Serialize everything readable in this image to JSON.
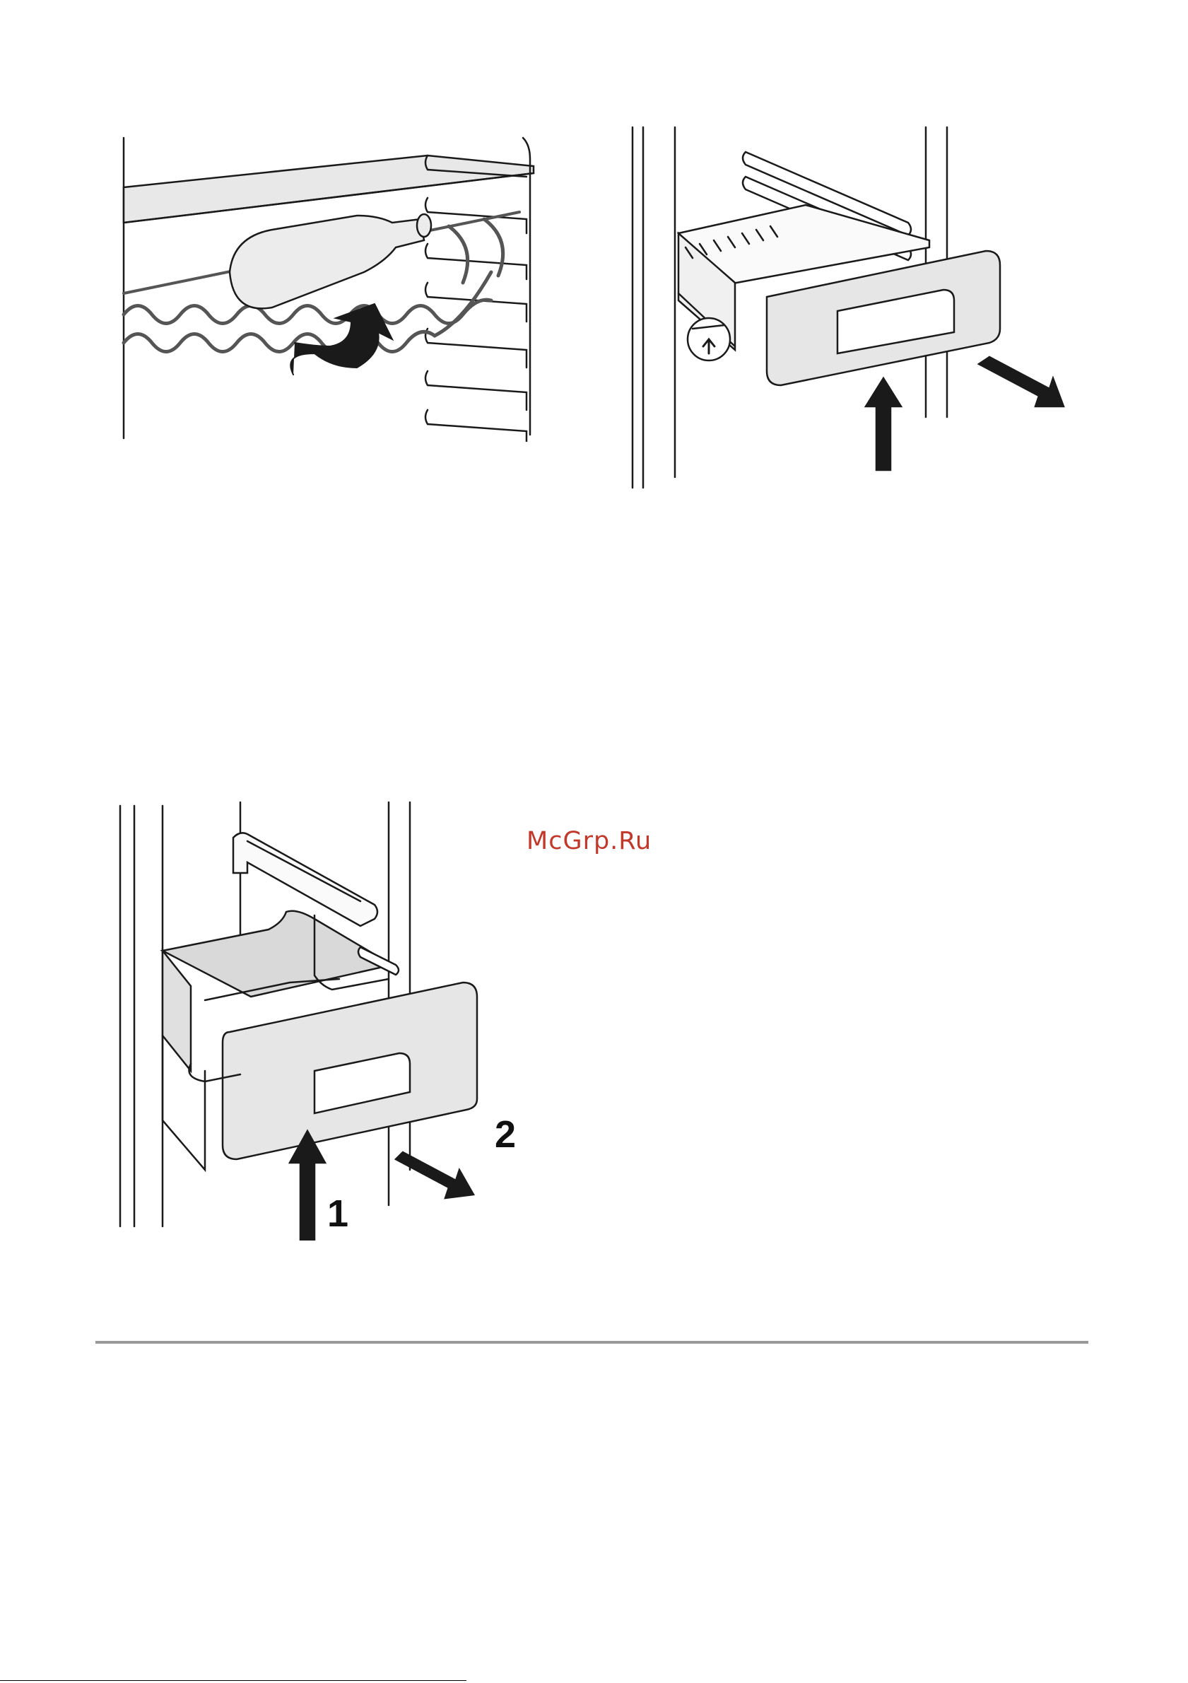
{
  "watermark": "McGrp.Ru",
  "figures": {
    "bottle_rack": {
      "icon": "bottle-rack-illustration"
    },
    "tray": {
      "icon": "pull-out-tray-illustration"
    },
    "drawer": {
      "icon": "drawer-removal-illustration",
      "step_1": "1",
      "step_2": "2"
    }
  },
  "colors": {
    "line": "#1a1a1a",
    "fill": "#e9e9e9",
    "rule": "#9a9a9a",
    "watermark": "#c0392b"
  }
}
